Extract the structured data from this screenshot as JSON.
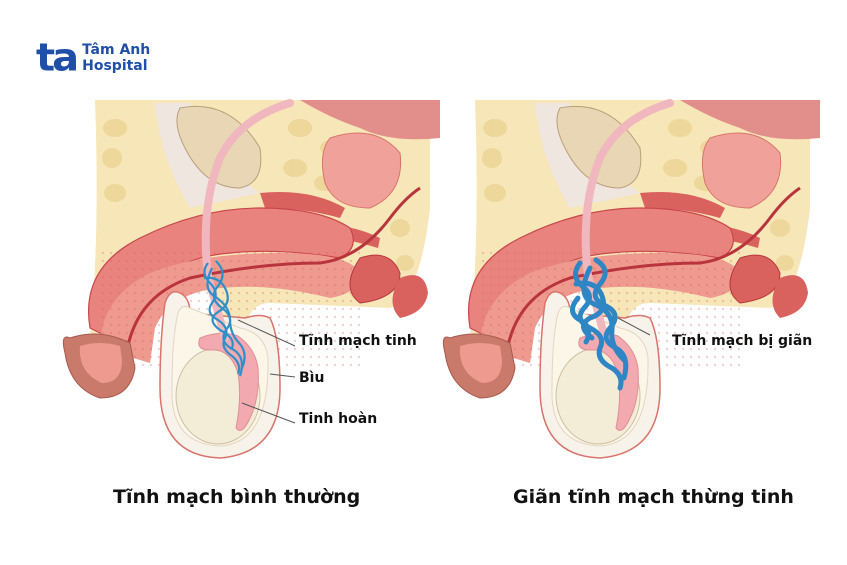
{
  "logo": {
    "mark": "ta",
    "line1": "Tâm Anh",
    "line2": "Hospital",
    "color": "#1f4fa8"
  },
  "left_panel": {
    "labels": {
      "spermatic_vein": "Tĩnh mạch tinh",
      "scrotum": "Bìu",
      "testis": "Tinh hoàn"
    },
    "caption": "Tĩnh mạch bình thường",
    "vein_color": "#2f8fc9"
  },
  "right_panel": {
    "labels": {
      "dilated_vein": "Tĩnh mạch bị giãn"
    },
    "caption": "Giãn tĩnh mạch thừng tinh",
    "vein_color": "#2f86c4"
  },
  "colors": {
    "fat": "#f6e6b8",
    "fat_blob": "#eed79a",
    "tissue_pink": "#e8837e",
    "tissue_dark": "#c9464c",
    "skin_outline": "#d9736b",
    "testis": "#f3ecd6",
    "epididymis": "#f2a9b0",
    "vas": "#f1b7be"
  }
}
